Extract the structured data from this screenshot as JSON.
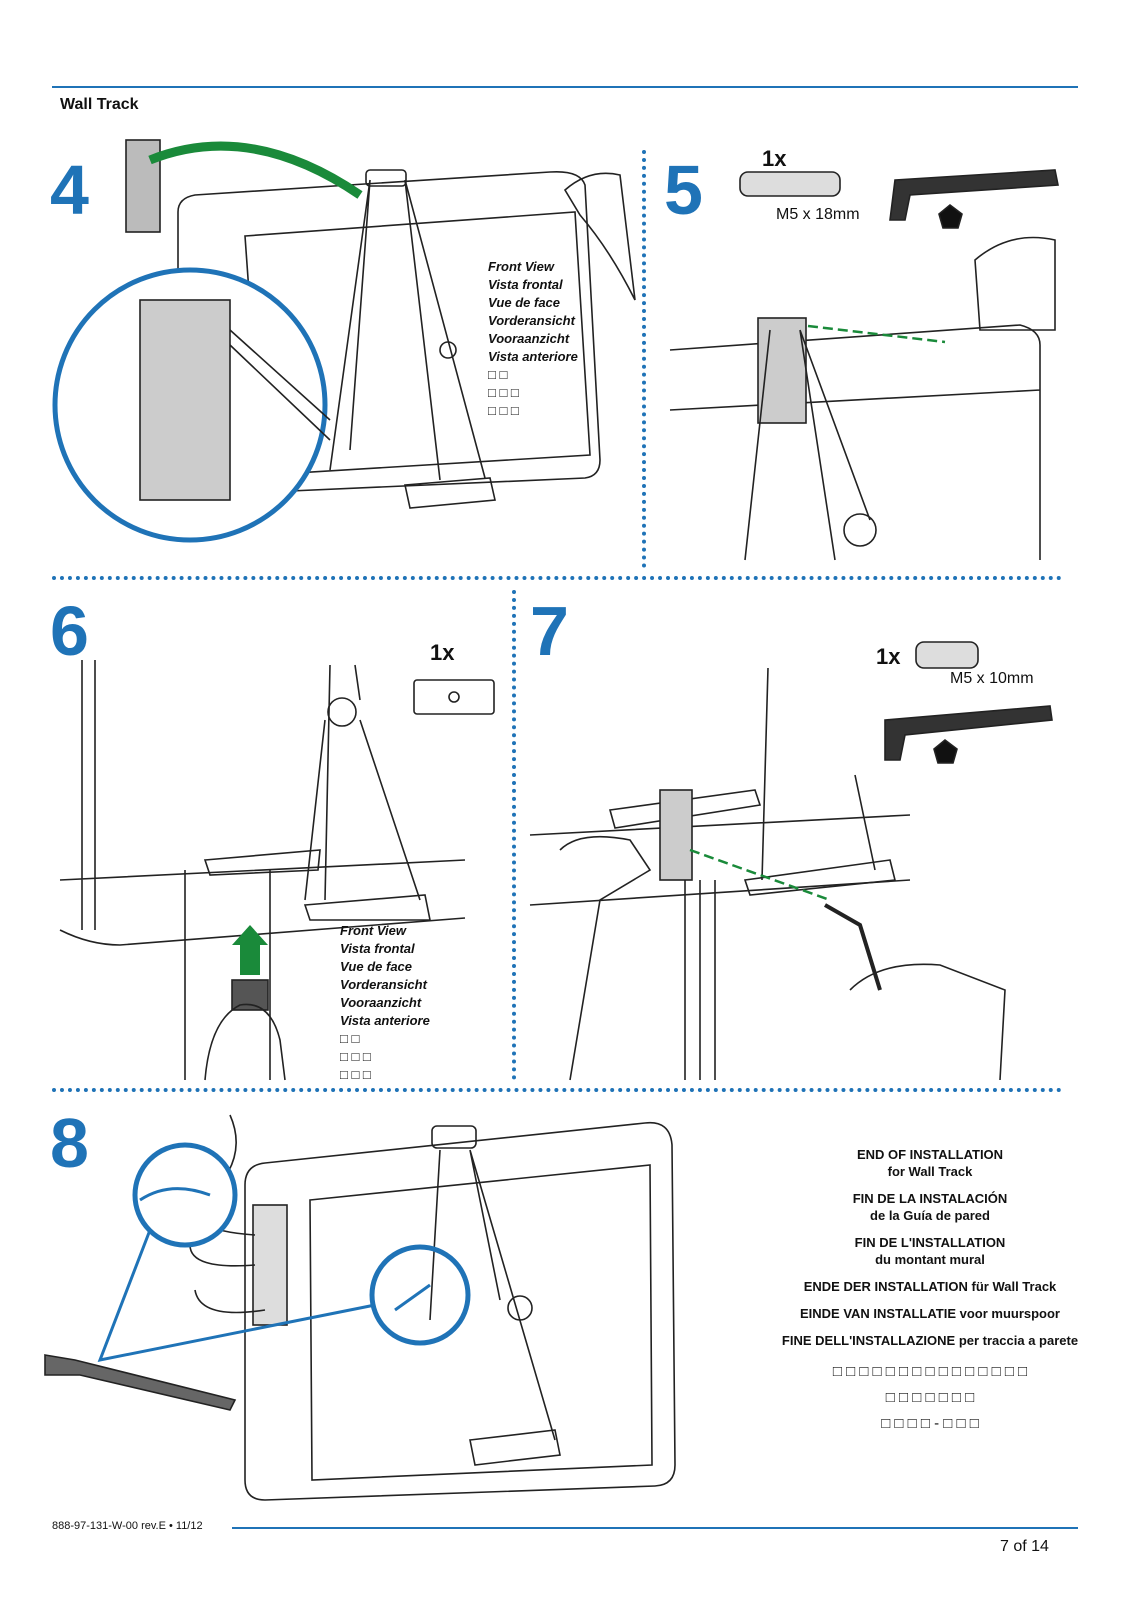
{
  "header": {
    "section_title": "Wall Track"
  },
  "steps": [
    {
      "number": "4"
    },
    {
      "number": "5",
      "qty": "1x",
      "screw_spec": "M5 x 18mm"
    },
    {
      "number": "6",
      "qty": "1x"
    },
    {
      "number": "7",
      "qty": "1x",
      "screw_spec": "M5 x 10mm"
    },
    {
      "number": "8"
    }
  ],
  "front_view_labels": [
    "Front View",
    "Vista frontal",
    "Vue de face",
    "Vorderansicht",
    "Vooraanzicht",
    "Vista anteriore",
    "□ □",
    "□  □ □",
    "□ □ □"
  ],
  "end_of_installation": [
    {
      "line1": "END OF INSTALLATION",
      "line2": "for Wall Track"
    },
    {
      "line1": "FIN DE LA INSTALACIÓN",
      "line2": "de la Guía de pared"
    },
    {
      "line1": "FIN DE L'INSTALLATION",
      "line2": "du montant mural"
    },
    {
      "line1": "ENDE DER INSTALLATION für Wall Track",
      "line2": ""
    },
    {
      "line1": "EINDE VAN INSTALLATIE voor muurspoor",
      "line2": ""
    },
    {
      "line1": "FINE DELL'INSTALLAZIONE per traccia a parete",
      "line2": ""
    }
  ],
  "end_placeholder_lines": [
    "□ □ □ □ □ □ □ □ □ □ □ □ □ □ □",
    "□ □ □ □ □ □ □",
    "□ □  □ □ - □  □ □"
  ],
  "footer": {
    "doc_code": "888-97-131-W-00 rev.E • 11/12",
    "page": "7 of 14"
  },
  "colors": {
    "accent": "#1f73b7",
    "arrow_green": "#1a8a3a"
  }
}
